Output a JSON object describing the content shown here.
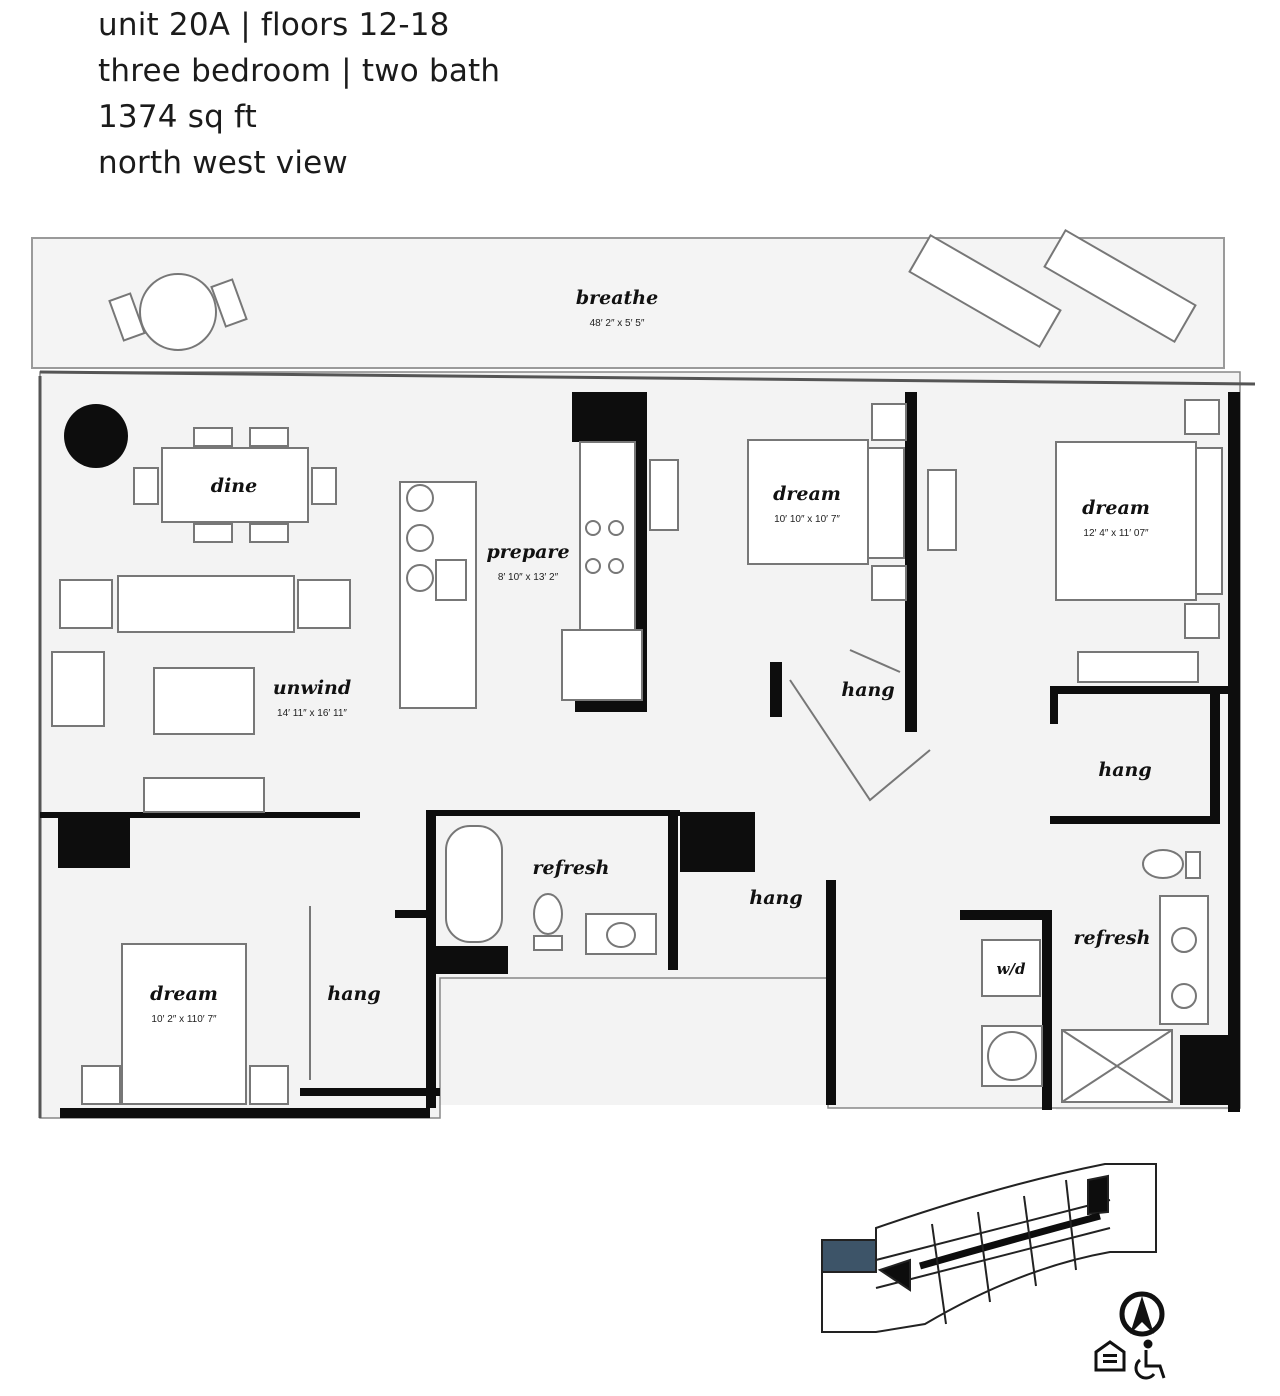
{
  "header": {
    "line1": "unit 20A | floors 12-18",
    "line2": "three bedroom | two bath",
    "line3": "1374 sq ft",
    "line4": "north west view"
  },
  "rooms": {
    "breathe": {
      "name": "breathe",
      "dim": "48′ 2″ x 5′ 5″"
    },
    "dine": {
      "name": "dine"
    },
    "prepare": {
      "name": "prepare",
      "dim": "8′ 10″ x 13′ 2″"
    },
    "unwind": {
      "name": "unwind",
      "dim": "14′ 11″ x 16′ 11″"
    },
    "dream_mid": {
      "name": "dream",
      "dim": "10′ 10″ x 10′ 7″"
    },
    "dream_right": {
      "name": "dream",
      "dim": "12′ 4″ x 11′ 07″"
    },
    "dream_left": {
      "name": "dream",
      "dim": "10′ 2″ x 110′ 7″"
    },
    "hang_mid": {
      "name": "hang"
    },
    "hang_right": {
      "name": "hang"
    },
    "hang_center": {
      "name": "hang"
    },
    "hang_left": {
      "name": "hang"
    },
    "refresh_center": {
      "name": "refresh"
    },
    "refresh_right": {
      "name": "refresh"
    },
    "wd": {
      "name": "w/d"
    }
  },
  "colors": {
    "floor": "#f3f3f3",
    "wall": "#0d0d0d",
    "line": "#8a8a8a",
    "unit_highlight": "#3d5468"
  },
  "icons": [
    "north-arrow-icon",
    "equal-housing-icon",
    "wheelchair-icon"
  ]
}
